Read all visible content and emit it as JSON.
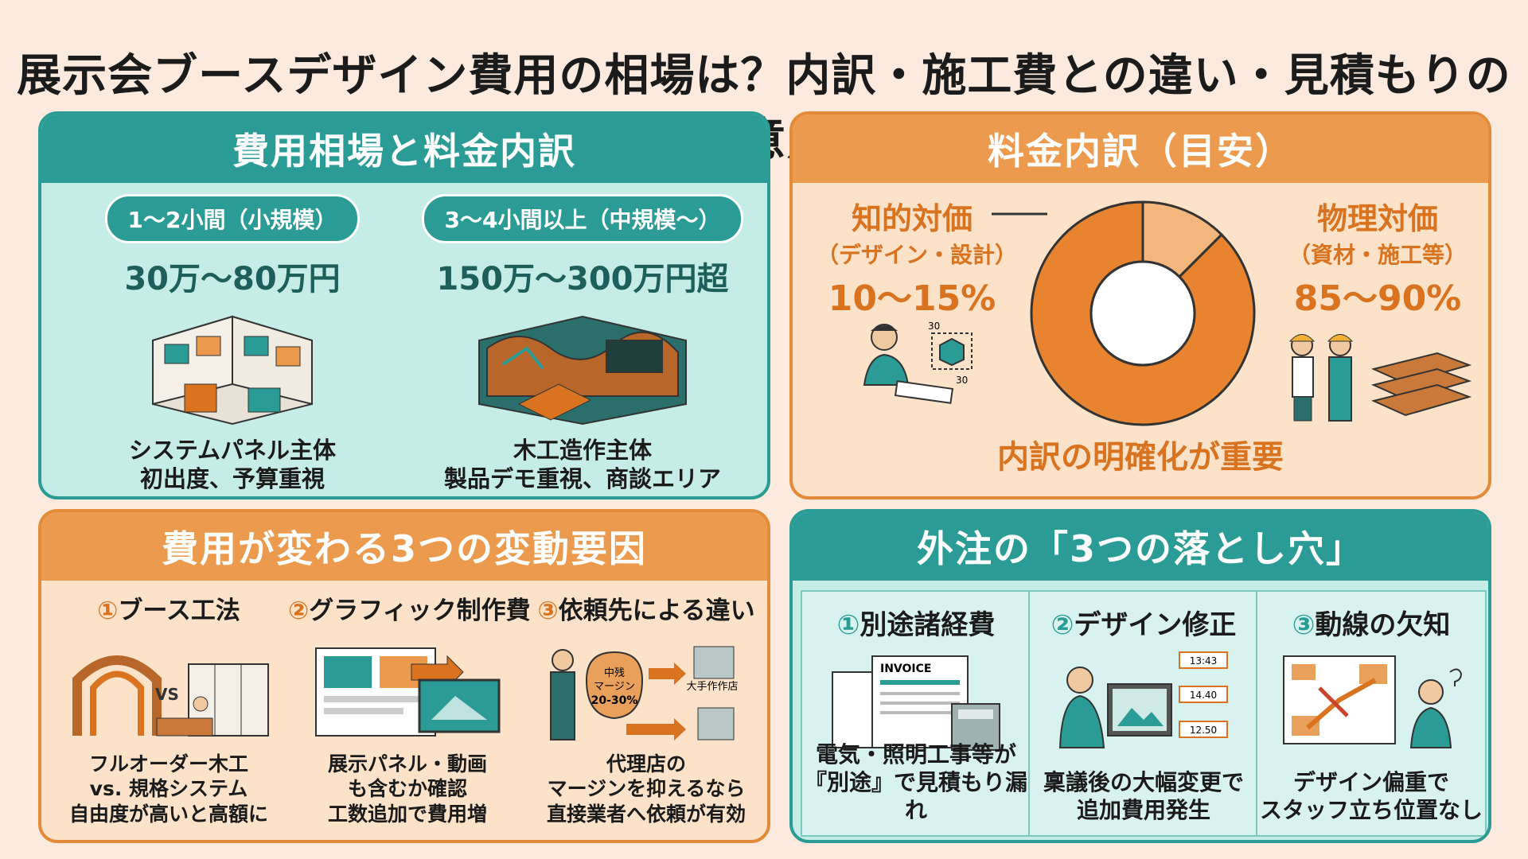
{
  "title": "展示会ブースデザイン費用の相場は？内訳・施工費との違い・見積もりの注意点",
  "colors": {
    "teal": "#2a9c95",
    "orange": "#ec9a4e",
    "dark_orange": "#d9731f",
    "background": "#fbeadd"
  },
  "cost_section": {
    "heading": "費用相場と料金内訳",
    "small": {
      "tag": "1〜2小間（小規模）",
      "price": "30万〜80万円",
      "desc_line1": "システムパネル主体",
      "desc_line2": "初出度、予算重視"
    },
    "medium": {
      "tag": "3〜4小間以上（中規模〜）",
      "price": "150万〜300万円超",
      "desc_line1": "木工造作主体",
      "desc_line2": "製品デモ重視、商談エリア"
    }
  },
  "breakdown_section": {
    "heading": "料金内訳（目安）",
    "intellectual": {
      "label": "知的対価",
      "sub": "（デザイン・設計）",
      "pct": "10〜15%"
    },
    "physical": {
      "label": "物理対価",
      "sub": "（資材・施工等）",
      "pct": "85〜90%"
    },
    "cube_label_top": "30",
    "cube_label_bottom": "30",
    "footer": "内訳の明確化が重要",
    "chart_data": {
      "type": "pie",
      "categories": [
        "知的対価",
        "物理対価"
      ],
      "values": [
        12.5,
        87.5
      ],
      "colors": [
        "#f3b77e",
        "#e8842f"
      ]
    }
  },
  "factors_section": {
    "heading": "費用が変わる3つの変動要因",
    "items": [
      {
        "num": "①",
        "title": "ブース工法",
        "vs": "VS",
        "desc_line1": "フルオーダー木工",
        "desc_line2": "vs. 規格システム",
        "desc_line3": "自由度が高いと高額に"
      },
      {
        "num": "②",
        "title": "グラフィック制作費",
        "desc_line1": "展示パネル・動画",
        "desc_line2": "も含むか確認",
        "desc_line3": "工数追加で費用増"
      },
      {
        "num": "③",
        "title": "依頼先による違い",
        "bag_line1": "中残",
        "bag_line2": "マージン",
        "bag_line3": "20-30%",
        "agency": "大手作作店",
        "desc_line1": "代理店の",
        "desc_line2": "マージンを抑えるなら",
        "desc_line3": "直接業者へ依頼が有効"
      }
    ]
  },
  "pitfalls_section": {
    "heading": "外注の「3つの落とし穴」",
    "items": [
      {
        "num": "①",
        "title": "別途諸経費",
        "invoice": "INVOICE",
        "desc_line1": "電気・照明工事等が",
        "desc_line2": "『別途』で見積もり漏れ"
      },
      {
        "num": "②",
        "title": "デザイン修正",
        "times": [
          "13:43",
          "14.40",
          "12.50"
        ],
        "desc_line1": "稟議後の大幅変更で",
        "desc_line2": "追加費用発生"
      },
      {
        "num": "③",
        "title": "動線の欠知",
        "desc_line1": "デザイン偏重で",
        "desc_line2": "スタッフ立ち位置なし"
      }
    ]
  }
}
